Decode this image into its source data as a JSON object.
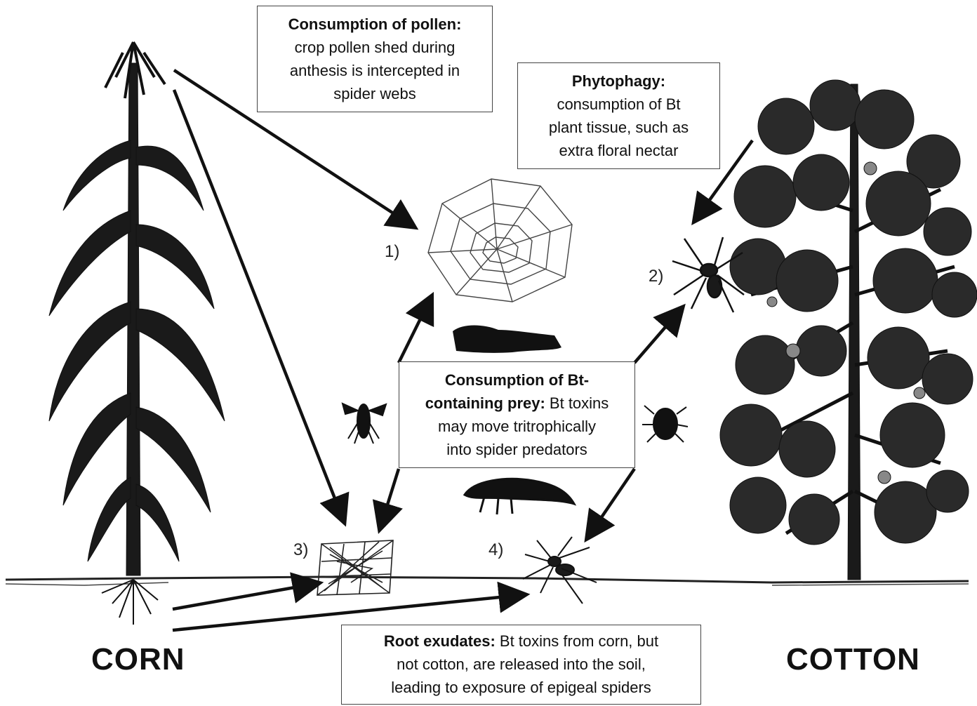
{
  "boxes": {
    "pollen": {
      "title": "Consumption of pollen:",
      "line1": "crop pollen shed during",
      "line2": "anthesis is intercepted in",
      "line3": "spider webs"
    },
    "phytophagy": {
      "title": "Phytophagy:",
      "line1": "consumption of Bt",
      "line2": "plant tissue,  such as",
      "line3": "extra floral nectar"
    },
    "prey": {
      "title1": "Consumption of Bt-",
      "title2": "containing prey:",
      "tail2": "  Bt toxins",
      "line3": "may move tritrophically",
      "line4": "into spider predators"
    },
    "root": {
      "title": "Root exudates:",
      "tail1": " Bt toxins from corn, but",
      "line2": "not cotton, are released into the soil,",
      "line3": "leading to exposure of epigeal spiders"
    }
  },
  "labels": {
    "n1": "1)",
    "n2": "2)",
    "n3": "3)",
    "n4": "4)",
    "corn": "CORN",
    "cotton": "COTTON"
  },
  "icons": [
    "corn-plant-icon",
    "cotton-plant-icon",
    "orb-web-icon",
    "crawling-spider-icon",
    "sheet-web-icon",
    "ground-spider-icon",
    "caterpillar-icon",
    "fly-icon",
    "beetle-icon",
    "springtail-icon"
  ],
  "colors": {
    "ink": "#111111",
    "paper": "#ffffff"
  }
}
